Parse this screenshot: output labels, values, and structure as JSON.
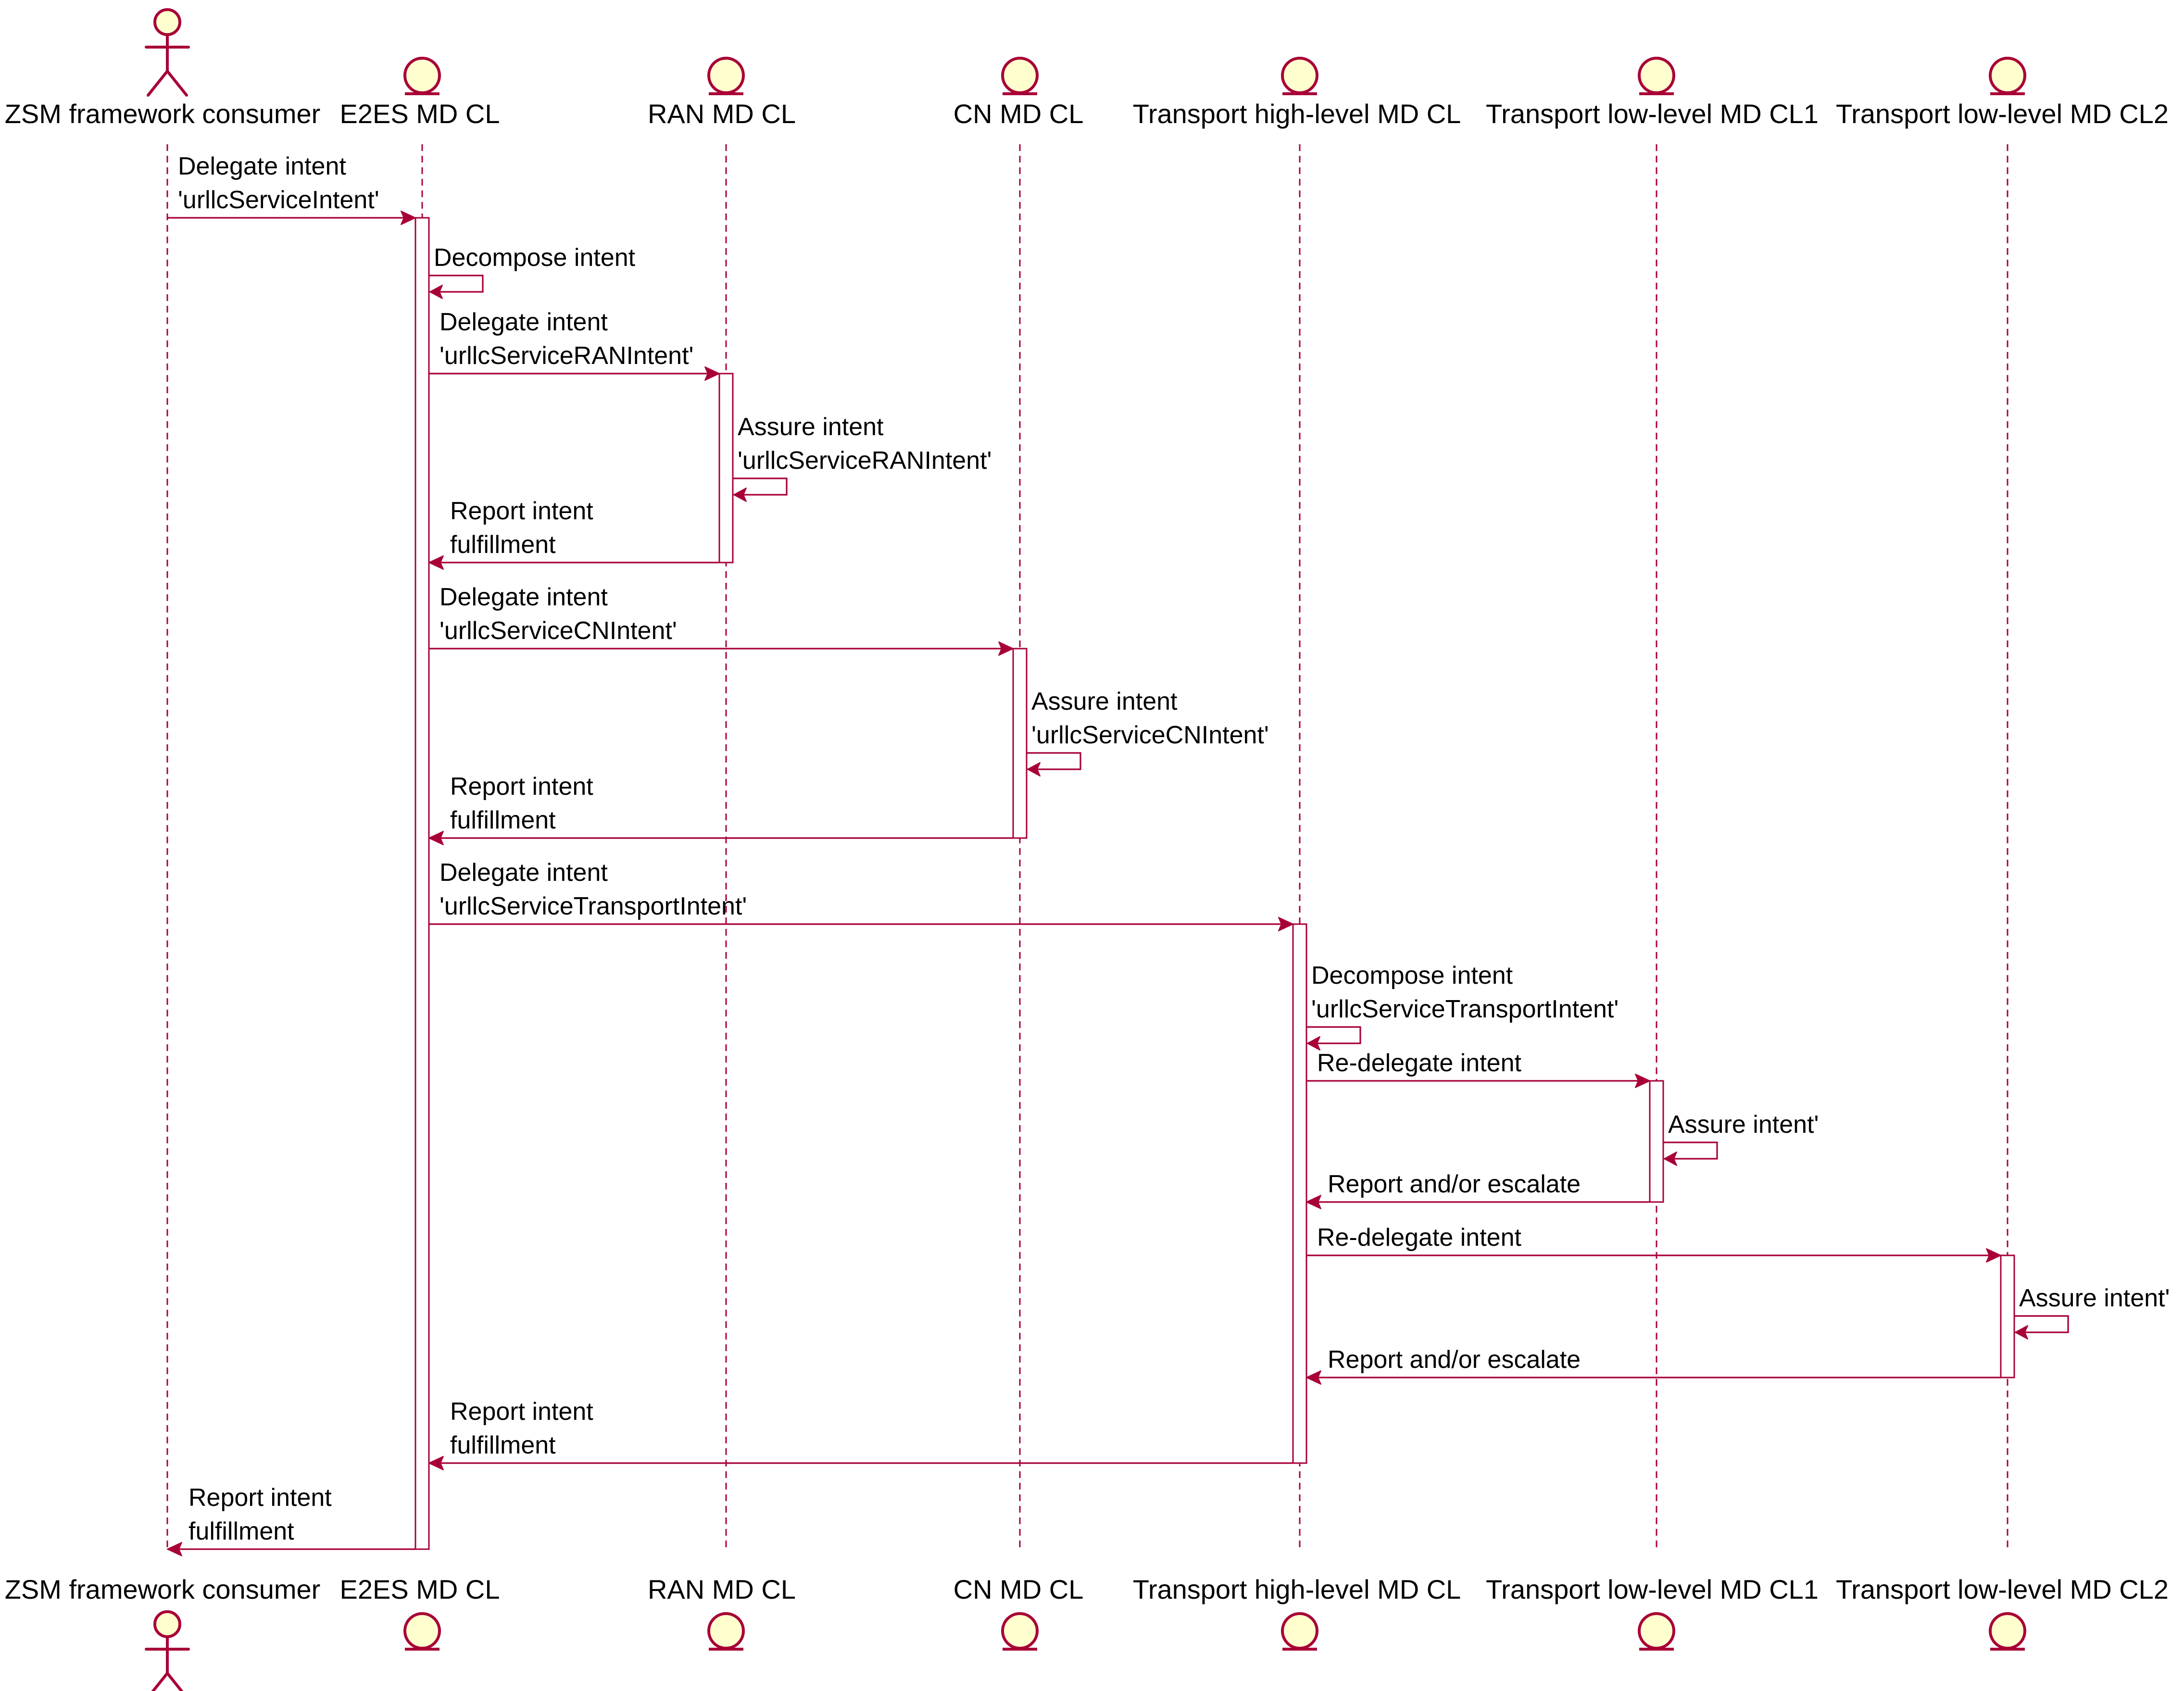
{
  "participants": [
    {
      "id": "zsm",
      "label": "ZSM framework consumer",
      "kind": "actor"
    },
    {
      "id": "e2es",
      "label": "E2ES MD CL",
      "kind": "entity"
    },
    {
      "id": "ran",
      "label": "RAN MD CL",
      "kind": "entity"
    },
    {
      "id": "cn",
      "label": "CN MD CL",
      "kind": "entity"
    },
    {
      "id": "thl",
      "label": "Transport high-level MD CL",
      "kind": "entity"
    },
    {
      "id": "tll1",
      "label": "Transport low-level MD CL1",
      "kind": "entity"
    },
    {
      "id": "tll2",
      "label": "Transport low-level MD CL2",
      "kind": "entity"
    }
  ],
  "messages": [
    {
      "from": "zsm",
      "to": "e2es",
      "lines": [
        "Delegate intent",
        "'urllcServiceIntent'"
      ]
    },
    {
      "from": "e2es",
      "to": "e2es",
      "lines": [
        "Decompose intent"
      ]
    },
    {
      "from": "e2es",
      "to": "ran",
      "lines": [
        "Delegate intent",
        "'urllcServiceRANIntent'"
      ]
    },
    {
      "from": "ran",
      "to": "ran",
      "lines": [
        "Assure intent",
        "'urllcServiceRANIntent'"
      ]
    },
    {
      "from": "ran",
      "to": "e2es",
      "lines": [
        "Report intent",
        "fulfillment"
      ]
    },
    {
      "from": "e2es",
      "to": "cn",
      "lines": [
        "Delegate intent",
        "'urllcServiceCNIntent'"
      ]
    },
    {
      "from": "cn",
      "to": "cn",
      "lines": [
        "Assure intent",
        "'urllcServiceCNIntent'"
      ]
    },
    {
      "from": "cn",
      "to": "e2es",
      "lines": [
        "Report intent",
        "fulfillment"
      ]
    },
    {
      "from": "e2es",
      "to": "thl",
      "lines": [
        "Delegate intent",
        "'urllcServiceTransportIntent'"
      ]
    },
    {
      "from": "thl",
      "to": "thl",
      "lines": [
        "Decompose intent",
        "'urllcServiceTransportIntent'"
      ]
    },
    {
      "from": "thl",
      "to": "tll1",
      "lines": [
        "Re-delegate intent"
      ]
    },
    {
      "from": "tll1",
      "to": "tll1",
      "lines": [
        "Assure intent'"
      ]
    },
    {
      "from": "tll1",
      "to": "thl",
      "lines": [
        "Report and/or escalate"
      ]
    },
    {
      "from": "thl",
      "to": "tll2",
      "lines": [
        "Re-delegate intent"
      ]
    },
    {
      "from": "tll2",
      "to": "tll2",
      "lines": [
        "Assure intent'"
      ]
    },
    {
      "from": "tll2",
      "to": "thl",
      "lines": [
        "Report and/or escalate"
      ]
    },
    {
      "from": "thl",
      "to": "e2es",
      "lines": [
        "Report intent",
        "fulfillment"
      ]
    },
    {
      "from": "e2es",
      "to": "zsm",
      "lines": [
        "Report intent",
        "fulfillment"
      ]
    }
  ],
  "colors": {
    "line": "#a80036",
    "participant_fill": "#fefece",
    "background": "#ffffff"
  }
}
